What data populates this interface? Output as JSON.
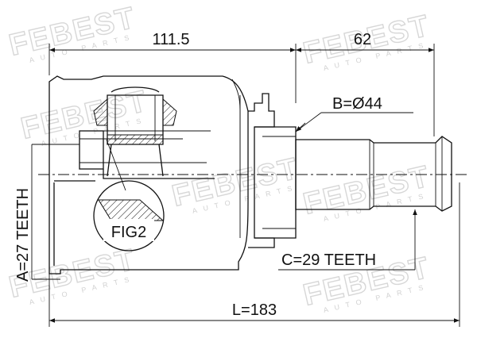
{
  "watermark": {
    "brand": "FEBEST",
    "sub": "AUTO PARTS"
  },
  "dimensions": {
    "body_length": "111.5",
    "shaft_length": "62",
    "total_length": "L=183",
    "diameter": "B=Ø44",
    "outer_teeth": "A=27 TEETH",
    "inner_teeth": "C=29 TEETH",
    "figure_label": "FIG2"
  }
}
